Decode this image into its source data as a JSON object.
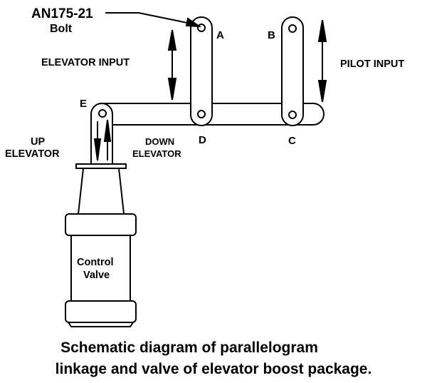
{
  "diagram": {
    "labels": {
      "bolt_part": "AN175-21",
      "bolt_word": "Bolt",
      "point_a": "A",
      "point_b": "B",
      "point_c": "C",
      "point_d": "D",
      "point_e": "E",
      "elevator_input": "ELEVATOR INPUT",
      "pilot_input": "PILOT INPUT",
      "up_line1": "UP",
      "up_line2": "ELEVATOR",
      "down_line1": "DOWN",
      "down_line2": "ELEVATOR",
      "valve_line1": "Control",
      "valve_line2": "Valve"
    },
    "caption": {
      "line1": "Schematic diagram of parallelogram",
      "line2": "linkage and valve of elevator boost package."
    },
    "colors": {
      "ink": "#000000",
      "background": "#ffffff"
    }
  }
}
